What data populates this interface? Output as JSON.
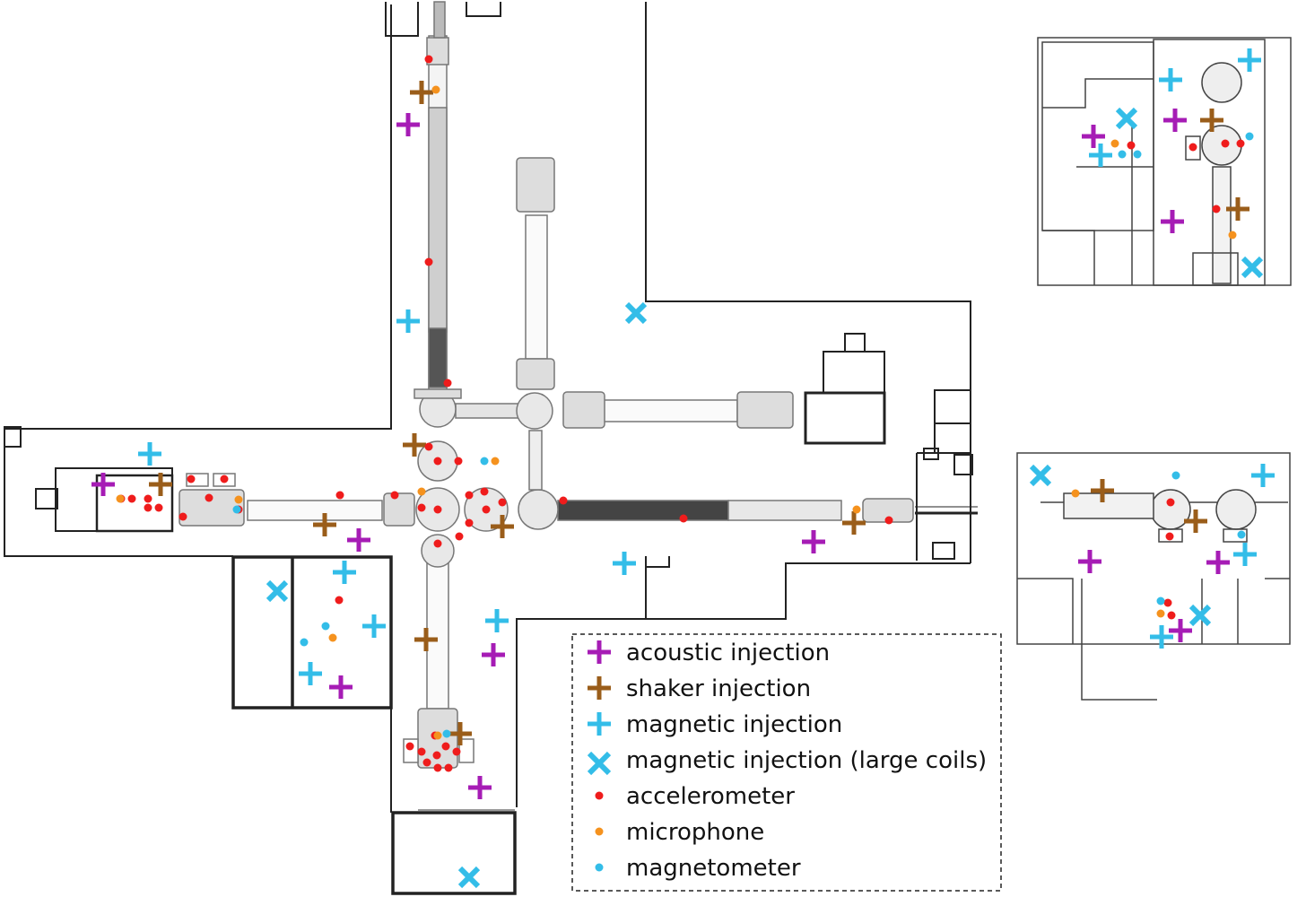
{
  "colors": {
    "acoustic": "#a61cb5",
    "shaker": "#9a5d1a",
    "magnetic": "#33bde8",
    "accelerometer": "#ef1c1c",
    "microphone": "#f5921e",
    "magnetometer": "#33bde8",
    "wall": "#222222",
    "vacuum": "#888888"
  },
  "legend": {
    "items": [
      {
        "marker": "plus",
        "color_key": "acoustic",
        "label": "acoustic injection"
      },
      {
        "marker": "plus",
        "color_key": "shaker",
        "label": "shaker injection"
      },
      {
        "marker": "plus",
        "color_key": "magnetic",
        "label": "magnetic injection"
      },
      {
        "marker": "x",
        "color_key": "magnetic",
        "label": "magnetic injection (large coils)"
      },
      {
        "marker": "dot",
        "color_key": "accelerometer",
        "label": "accelerometer"
      },
      {
        "marker": "dot",
        "color_key": "microphone",
        "label": "microphone"
      },
      {
        "marker": "dot",
        "color_key": "magnetometer",
        "label": "magnetometer"
      }
    ]
  }
}
